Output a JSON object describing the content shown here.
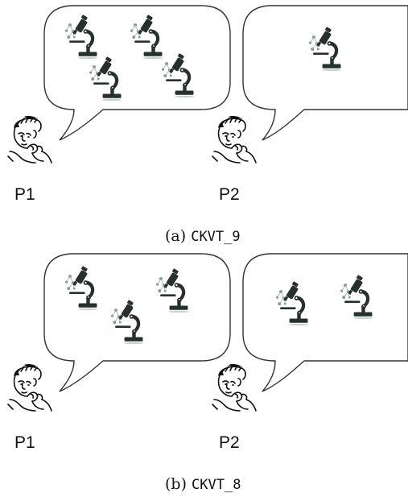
{
  "panels": [
    {
      "caption_prefix": "(a) ",
      "caption_code": "CKVT_9",
      "left_label": "P1",
      "right_label": "P2",
      "left_microscopes": 4,
      "right_microscopes": 1
    },
    {
      "caption_prefix": "(b) ",
      "caption_code": "CKVT_8",
      "left_label": "P1",
      "right_label": "P2",
      "left_microscopes": 3,
      "right_microscopes": 2
    }
  ],
  "icons": {
    "microscope": "microscope-icon",
    "person": "thinking-person-icon"
  },
  "colors": {
    "microscope_body": "#26302d",
    "microscope_dots": "#6f8a7e",
    "bubble_stroke": "#333333"
  }
}
